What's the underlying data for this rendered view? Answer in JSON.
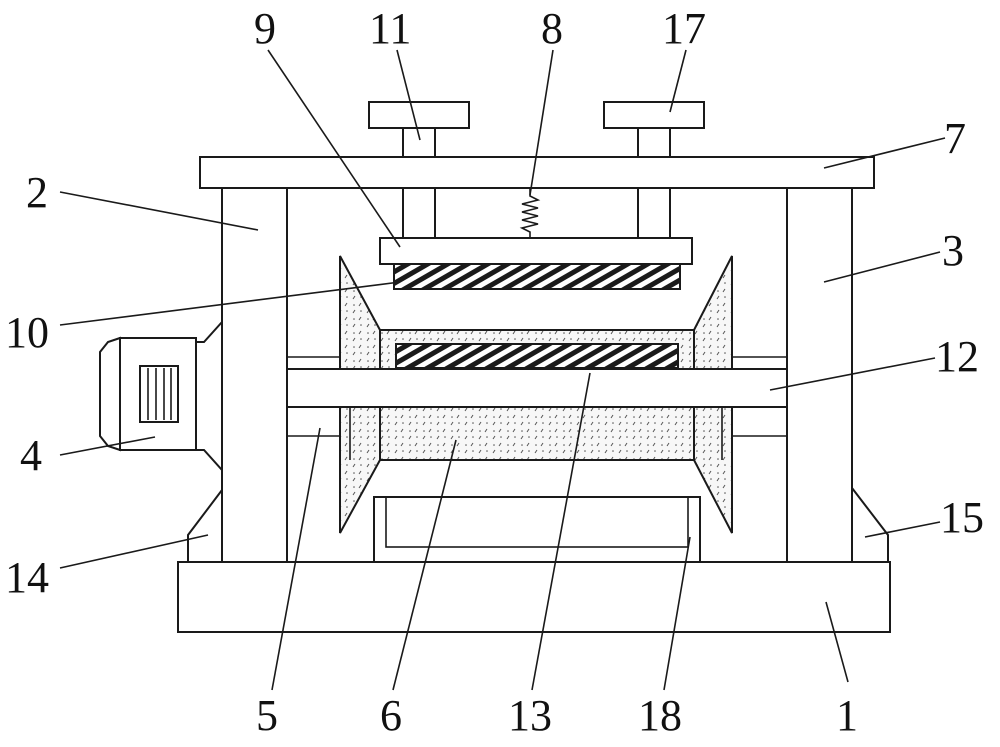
{
  "labels": {
    "l1": "1",
    "l2": "2",
    "l3": "3",
    "l4": "4",
    "l5": "5",
    "l6": "6",
    "l7": "7",
    "l8": "8",
    "l9": "9",
    "l10": "10",
    "l11": "11",
    "l12": "12",
    "l13": "13",
    "l14": "14",
    "l15": "15",
    "l17": "17",
    "l18": "18"
  },
  "colors": {
    "line": "#1a1a1a",
    "background": "#ffffff",
    "hatch": "#1a1a1a"
  }
}
